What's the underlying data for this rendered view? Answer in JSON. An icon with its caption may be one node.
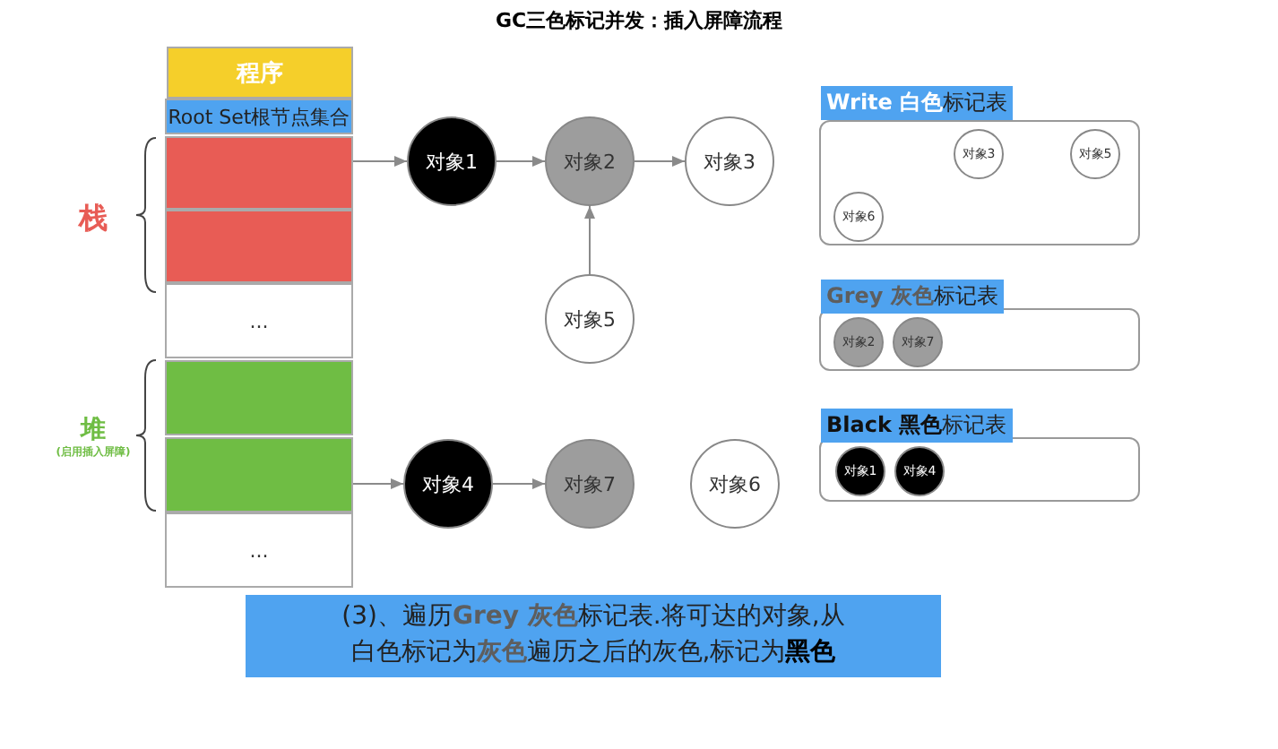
{
  "diagram": {
    "title": "GC三色标记并发：插入屏障流程",
    "nodes": [
      {
        "text": [
          "程序"
        ]
      },
      {
        "text": [
          "Root Set根节点集合"
        ]
      },
      {
        "text": [],
        "shape": "box"
      },
      {
        "text": [],
        "shape": "box"
      },
      {
        "text": [
          "..."
        ]
      },
      {
        "text": [],
        "shape": "box"
      },
      {
        "text": [],
        "shape": "box"
      },
      {
        "text": [
          "..."
        ]
      },
      {
        "text": [
          "对象1"
        ]
      },
      {
        "text": [
          "对象2"
        ]
      },
      {
        "text": [
          "对象3"
        ]
      },
      {
        "text": [
          "对象5"
        ]
      },
      {
        "text": [
          "对象4"
        ]
      },
      {
        "text": [
          "对象7"
        ]
      },
      {
        "text": [
          "对象6"
        ]
      },
      {
        "text": [
          "**Write 白色**标记表"
        ]
      },
      {
        "text": [
          "对象3"
        ],
        "in": 15
      },
      {
        "text": [
          "对象5"
        ],
        "in": 15
      },
      {
        "text": [
          "对象6"
        ],
        "in": 15
      },
      {
        "text": [
          "**Grey 灰色**标记表"
        ]
      },
      {
        "text": [
          "对象2"
        ],
        "in": 19
      },
      {
        "text": [
          "对象7"
        ],
        "in": 19
      },
      {
        "text": [
          "**Black 黑色**标记表"
        ]
      },
      {
        "text": [
          "对象1"
        ],
        "in": 22
      },
      {
        "text": [
          "对象4"
        ],
        "in": 22
      },
      {
        "text": [
          "(3)、遍历**Grey 灰色**标记表.将可达的对象,从白色标记为**灰色**遍历之后的灰色,标记为**黑色**"
        ]
      }
    ],
    "edges": [
      {
        "from": 2,
        "to": 8,
        "arrow": "to"
      },
      {
        "from": 8,
        "to": 9,
        "arrow": "to"
      },
      {
        "from": 9,
        "to": 10,
        "arrow": "to"
      },
      {
        "from": 11,
        "to": 9,
        "arrow": "to"
      },
      {
        "from": 6,
        "to": 12,
        "arrow": "to"
      },
      {
        "from": 12,
        "to": 13,
        "arrow": "to"
      }
    ],
    "labels": [
      "栈",
      "堆",
      "(启用插入屏障)"
    ]
  }
}
